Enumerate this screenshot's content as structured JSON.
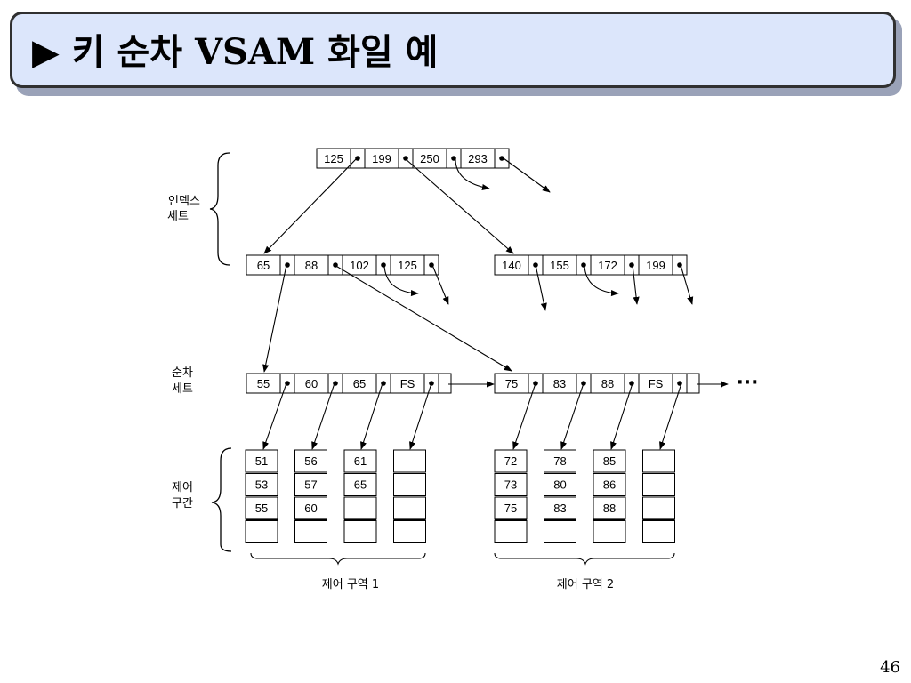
{
  "title": "▶ 키 순차 VSAM 화일 예",
  "page_number": "46",
  "labels": {
    "index_set_line1": "인덱스",
    "index_set_line2": "세트",
    "sequence_set_line1": "순차",
    "sequence_set_line2": "세트",
    "control_interval_line1": "제어",
    "control_interval_line2": "구간",
    "control_area_1": "제어 구역 1",
    "control_area_2": "제어 구역 2",
    "continuation": "···"
  },
  "index_top": [
    "125",
    "199",
    "250",
    "293"
  ],
  "index_level2_left": [
    "65",
    "88",
    "102",
    "125"
  ],
  "index_level2_right": [
    "140",
    "155",
    "172",
    "199"
  ],
  "sequence_set_left": [
    "55",
    "60",
    "65",
    "FS"
  ],
  "sequence_set_right": [
    "75",
    "83",
    "88",
    "FS"
  ],
  "control_intervals_area1": [
    [
      "51",
      "53",
      "55",
      ""
    ],
    [
      "56",
      "57",
      "60",
      ""
    ],
    [
      "61",
      "65",
      "",
      ""
    ],
    [
      "",
      "",
      "",
      ""
    ]
  ],
  "control_intervals_area2": [
    [
      "72",
      "73",
      "75",
      ""
    ],
    [
      "78",
      "80",
      "83",
      ""
    ],
    [
      "85",
      "86",
      "88",
      ""
    ],
    [
      "",
      "",
      "",
      ""
    ]
  ]
}
